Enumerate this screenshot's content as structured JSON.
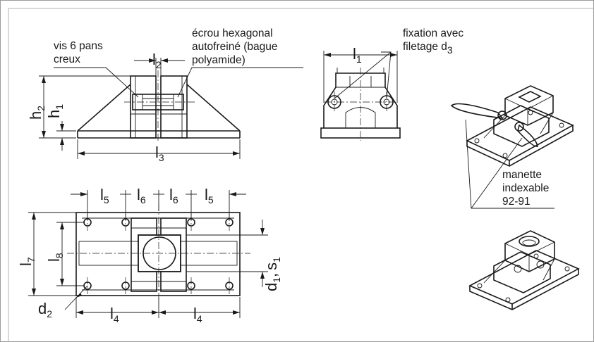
{
  "notes": {
    "screw_line1": "vis 6 pans",
    "screw_line2": "creux",
    "nut_line1": "écrou hexagonal",
    "nut_line2": "autofreiné (bague",
    "nut_line3": "polyamide)",
    "fix_line1": "fixation avec",
    "fix_line2": "filetage d",
    "fix_sub": "3",
    "handle_line1": "manette",
    "handle_line2": "indexable",
    "handle_line3": "92-91"
  },
  "dims": {
    "l": "l",
    "h": "h",
    "d": "d",
    "s": "s",
    "sub1": "1",
    "sub2": "2",
    "sub3": "3",
    "sub4": "4",
    "sub5": "5",
    "sub6": "6",
    "sub7": "7",
    "sub8": "8",
    "comma": ","
  },
  "colors": {
    "line": "#1a1a1a",
    "frame": "#9a9a9a",
    "background": "#ffffff"
  }
}
